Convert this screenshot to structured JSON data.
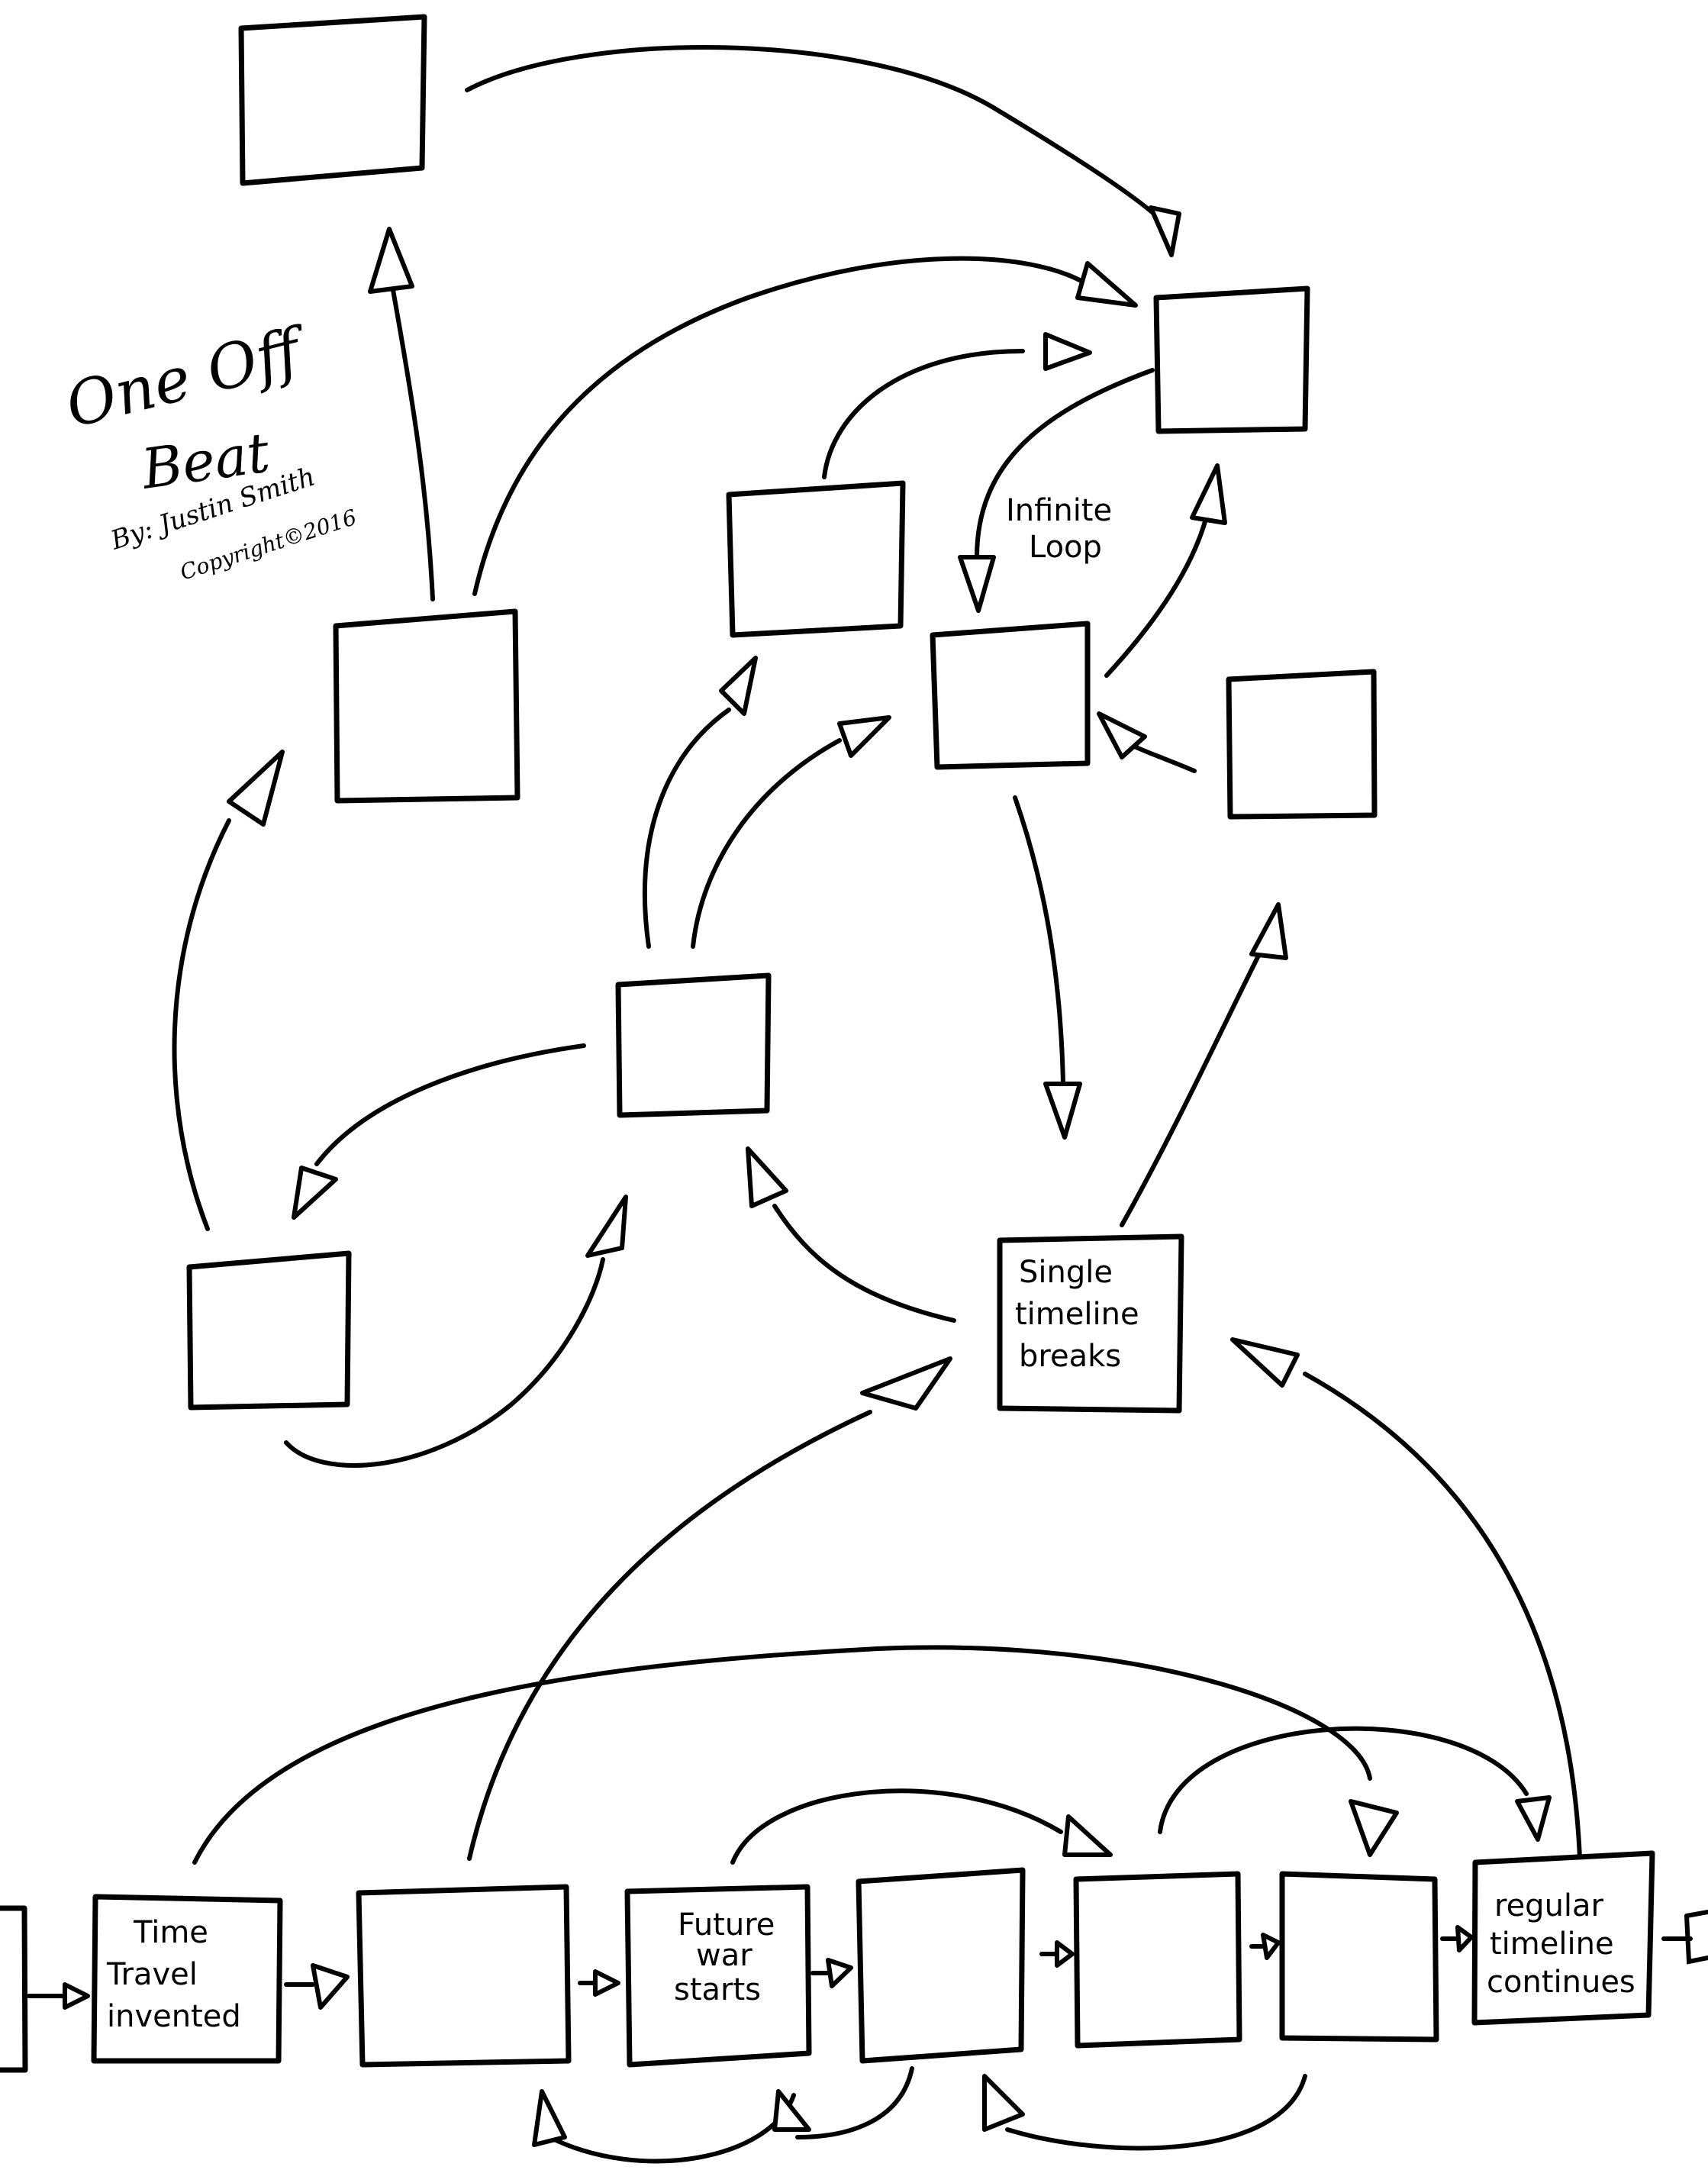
{
  "title": {
    "line1": "One Off",
    "line2": "Beat",
    "author": "By: Justin Smith",
    "copyright": "Copyright©2016"
  },
  "annotations": {
    "infinite_loop": [
      "Infinite",
      "Loop"
    ]
  },
  "nodes": [
    {
      "id": "top-left",
      "lines": []
    },
    {
      "id": "top-right",
      "lines": []
    },
    {
      "id": "upper-mid",
      "lines": []
    },
    {
      "id": "loop-node",
      "lines": []
    },
    {
      "id": "right-side",
      "lines": []
    },
    {
      "id": "left-mid",
      "lines": []
    },
    {
      "id": "center",
      "lines": []
    },
    {
      "id": "lower-left",
      "lines": []
    },
    {
      "id": "single-timeline",
      "lines": [
        "Single",
        "timeline",
        "breaks"
      ]
    },
    {
      "id": "row-0",
      "lines": []
    },
    {
      "id": "time-travel",
      "lines": [
        "Time",
        "Travel",
        "invented"
      ]
    },
    {
      "id": "row-2",
      "lines": []
    },
    {
      "id": "future-war",
      "lines": [
        "Future",
        "war",
        "starts"
      ]
    },
    {
      "id": "row-4",
      "lines": []
    },
    {
      "id": "row-5",
      "lines": []
    },
    {
      "id": "row-6",
      "lines": []
    },
    {
      "id": "regular-timeline",
      "lines": [
        "regular",
        "timeline",
        "continues"
      ]
    }
  ],
  "edges": [
    {
      "from": "top-left",
      "to": "top-right"
    },
    {
      "from": "left-mid",
      "to": "top-left"
    },
    {
      "from": "left-mid",
      "to": "top-right"
    },
    {
      "from": "upper-mid",
      "to": "top-right"
    },
    {
      "from": "top-right",
      "to": "loop-node"
    },
    {
      "from": "loop-node",
      "to": "top-right"
    },
    {
      "from": "right-side",
      "to": "loop-node"
    },
    {
      "from": "center",
      "to": "upper-mid"
    },
    {
      "from": "center",
      "to": "loop-node"
    },
    {
      "from": "loop-node",
      "to": "single-timeline"
    },
    {
      "from": "single-timeline",
      "to": "right-side"
    },
    {
      "from": "center",
      "to": "lower-left"
    },
    {
      "from": "lower-left",
      "to": "left-mid"
    },
    {
      "from": "lower-left",
      "to": "center"
    },
    {
      "from": "single-timeline",
      "to": "center"
    },
    {
      "from": "row-2",
      "to": "single-timeline"
    },
    {
      "from": "regular-timeline",
      "to": "single-timeline"
    },
    {
      "from": "time-travel",
      "to": "row-6"
    },
    {
      "from": "future-war",
      "to": "row-5"
    },
    {
      "from": "row-5",
      "to": "regular-timeline"
    },
    {
      "from": "row-0",
      "to": "time-travel"
    },
    {
      "from": "time-travel",
      "to": "row-2"
    },
    {
      "from": "row-2",
      "to": "future-war"
    },
    {
      "from": "future-war",
      "to": "row-4"
    },
    {
      "from": "row-4",
      "to": "row-5"
    },
    {
      "from": "row-5",
      "to": "row-6"
    },
    {
      "from": "row-6",
      "to": "regular-timeline"
    },
    {
      "from": "regular-timeline",
      "to": "next"
    },
    {
      "from": "future-war",
      "to": "row-2"
    },
    {
      "from": "row-4",
      "to": "future-war"
    },
    {
      "from": "row-6",
      "to": "row-4"
    }
  ]
}
